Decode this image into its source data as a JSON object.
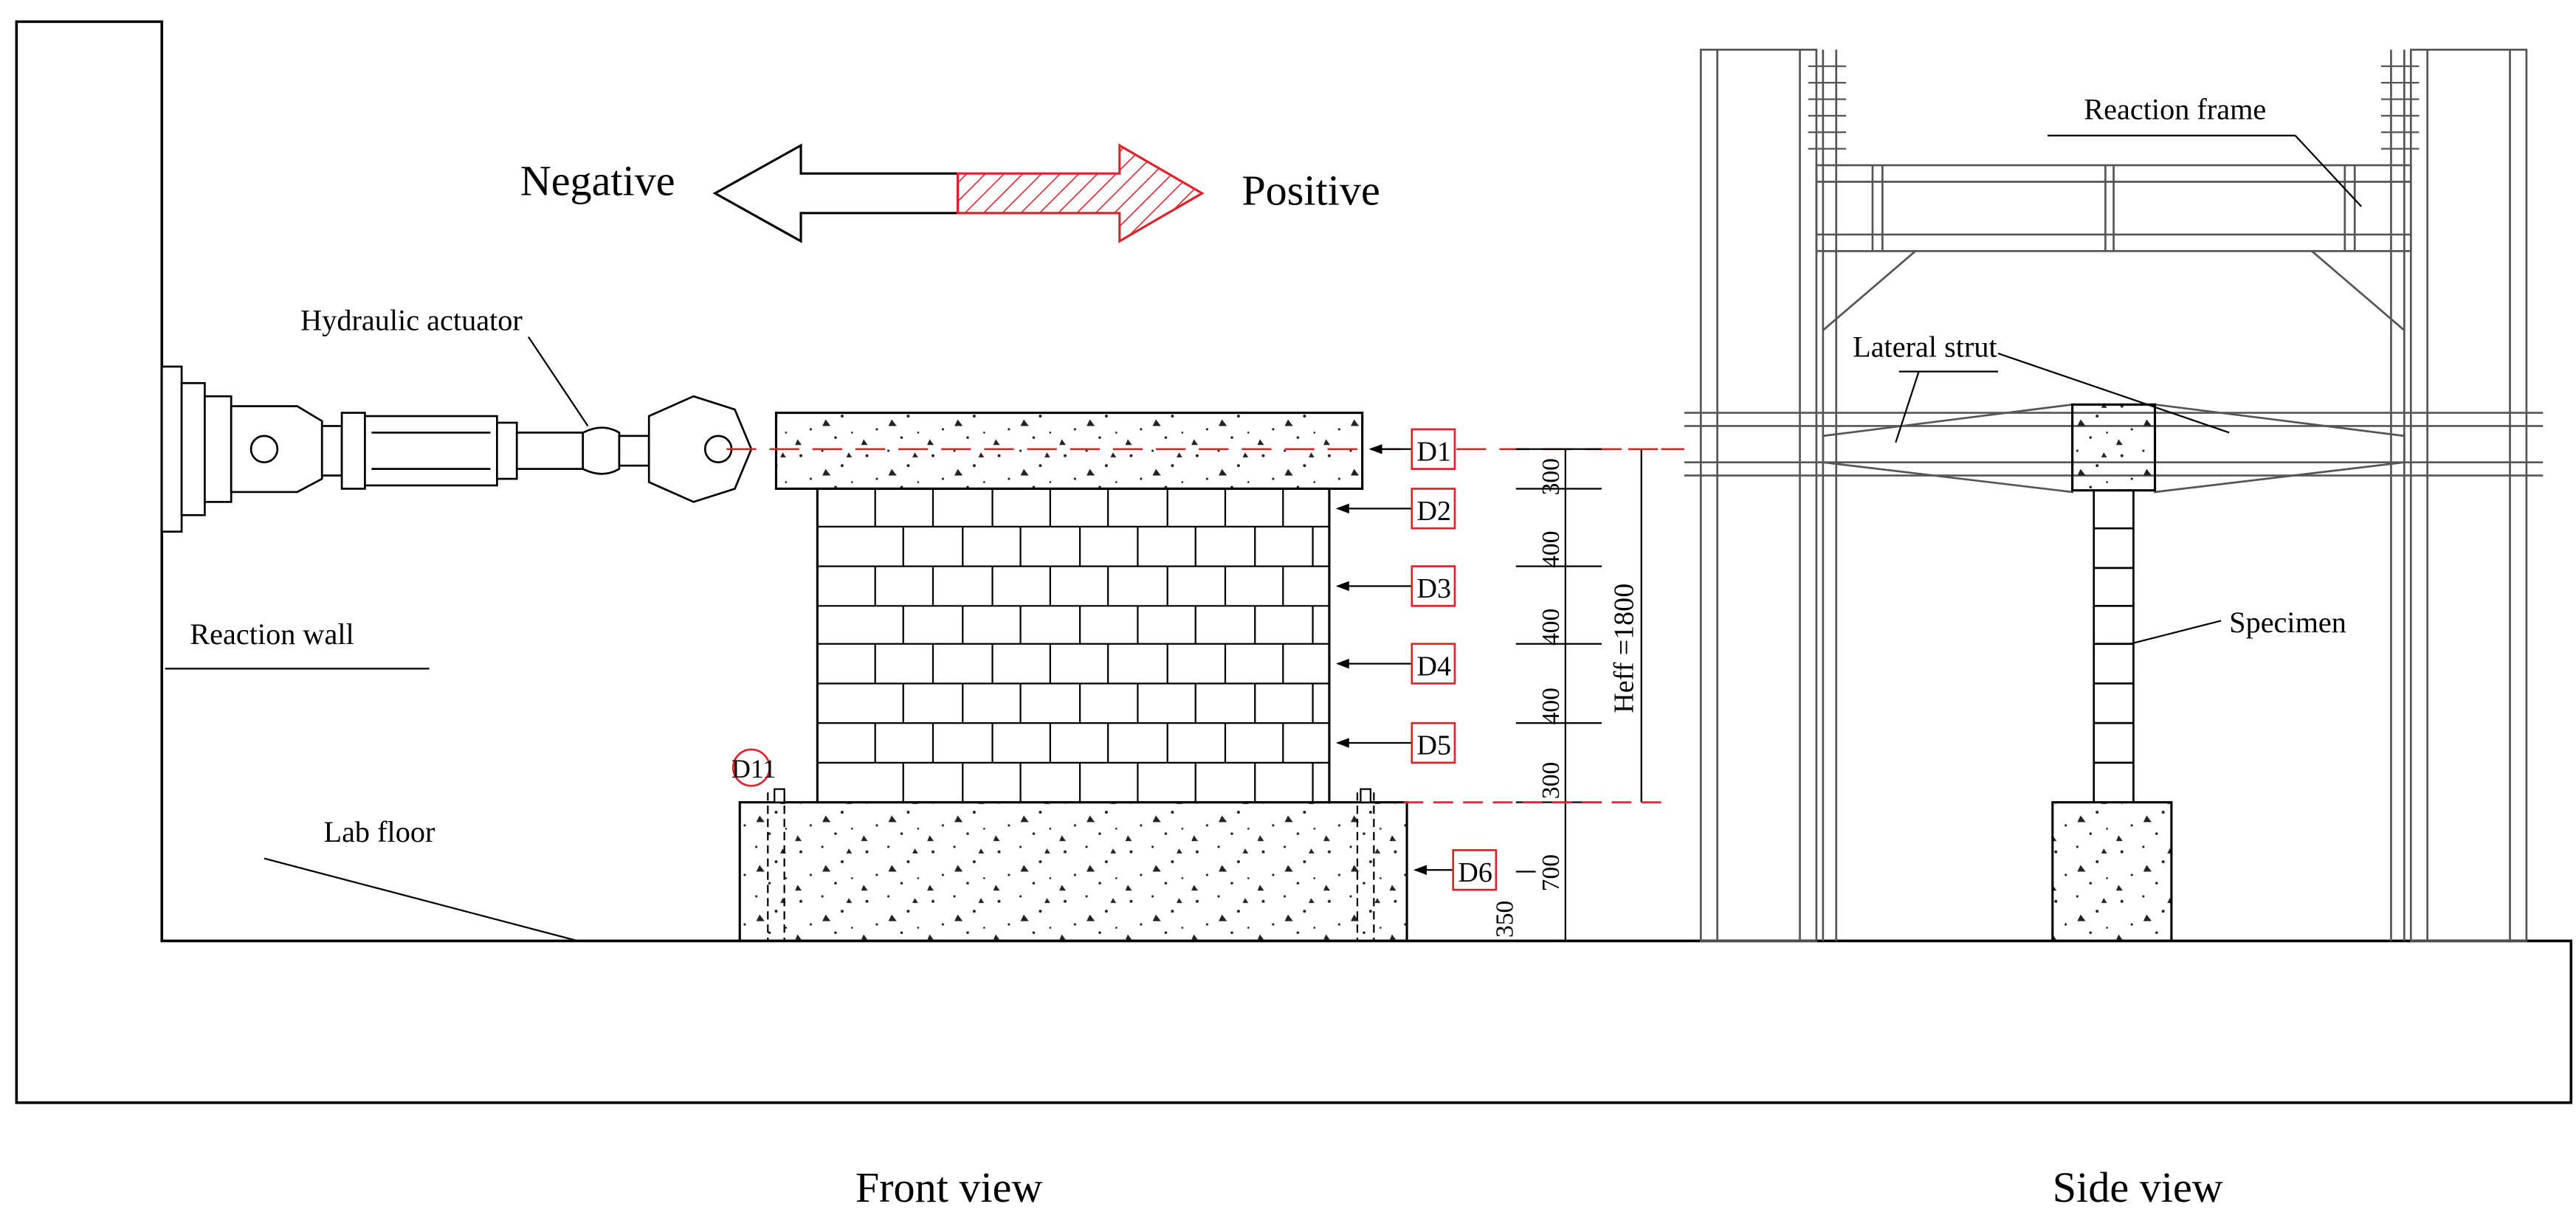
{
  "direction": {
    "negative_label": "Negative",
    "positive_label": "Positive"
  },
  "labels": {
    "hydraulic_actuator": "Hydraulic actuator",
    "reaction_wall": "Reaction wall",
    "lab_floor": "Lab floor",
    "reaction_frame": "Reaction frame",
    "lateral_strut": "Lateral strut",
    "specimen": "Specimen"
  },
  "sensors": {
    "d1": "D1",
    "d2": "D2",
    "d3": "D3",
    "d4": "D4",
    "d5": "D5",
    "d6": "D6",
    "d11": "D11"
  },
  "dimensions": {
    "seg1": "300",
    "seg2": "400",
    "seg3": "400",
    "seg4": "400",
    "seg5": "300",
    "base": "700",
    "d6_height": "350",
    "heff": "Heff =1800"
  },
  "captions": {
    "front_view": "Front view",
    "side_view": "Side view"
  },
  "colors": {
    "line": "#000000",
    "accent": "#e0202a",
    "frame": "#555555"
  }
}
